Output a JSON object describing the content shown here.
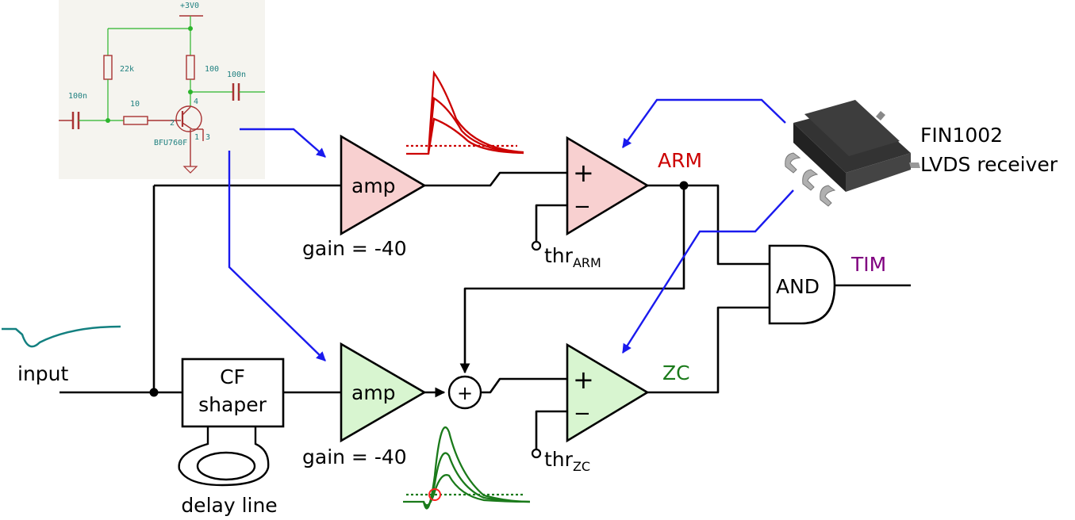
{
  "labels": {
    "input": "input",
    "cf_line1": "CF",
    "cf_line2": "shaper",
    "delay_line": "delay line",
    "amp_top": "amp",
    "amp_bottom": "amp",
    "gain_top": "gain = -40",
    "gain_bottom": "gain = -40",
    "plus_top": "+",
    "minus_top": "−",
    "plus_bottom": "+",
    "minus_bottom": "−",
    "summer": "+",
    "arm": "ARM",
    "zc": "ZC",
    "and_gate": "AND",
    "tim": "TIM",
    "thr_arm_base": "thr",
    "thr_arm_sub": "ARM",
    "thr_zc_base": "thr",
    "thr_zc_sub": "ZC",
    "chip_line1": "FIN1002",
    "chip_line2": "LVDS receiver"
  },
  "schematic": {
    "supply": "+3V0",
    "r_bias": "22k",
    "r_collector": "100",
    "c_out": "100n",
    "c_in": "100n",
    "r_base": "10",
    "transistor": "BFU760F",
    "pin1": "1",
    "pin2": "2",
    "pin3": "3",
    "pin4": "4"
  },
  "colors": {
    "amp_top_fill": "#f8d0d0",
    "amp_bottom_fill": "#d8f5d0",
    "arm_label": "#cc0000",
    "zc_label": "#1a7a1a",
    "tim_label": "#800080",
    "arrows": "#1a1aee",
    "input_pulse": "#138080",
    "arm_waveform": "#cc0000",
    "zc_waveform": "#1a7a1a",
    "schematic_bg": "#f5f4ef",
    "chip_body": "#3a3a3a"
  },
  "icons": {
    "chip": "sot23-6-chip-icon",
    "schematic": "rf-amplifier-schematic"
  }
}
